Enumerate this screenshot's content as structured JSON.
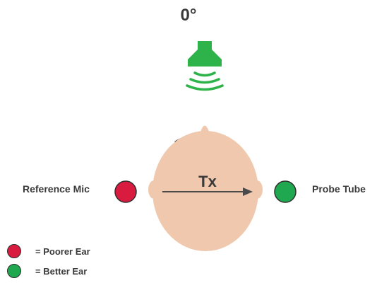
{
  "angle": {
    "label": "0°"
  },
  "transmit": {
    "label": "Tx"
  },
  "mics": {
    "reference_label": "Reference Mic",
    "probe_label": "Probe Tube"
  },
  "legend": [
    {
      "label": "= Poorer Ear",
      "color": "#d81b3f"
    },
    {
      "label": "= Better Ear",
      "color": "#1fa84f"
    }
  ],
  "colors": {
    "speaker": "#2db34a",
    "head_skin": "#f0c8ad",
    "hair": "#2a2a2a",
    "arrow": "#4a4a4a",
    "poorer_ear": "#d81b3f",
    "better_ear": "#1fa84f"
  }
}
